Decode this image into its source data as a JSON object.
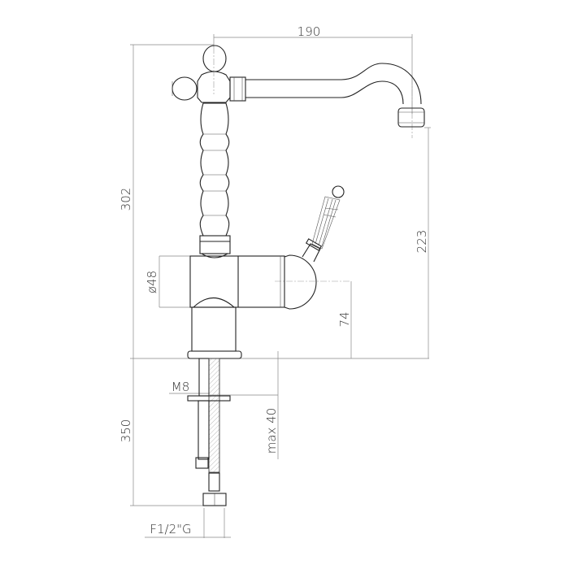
{
  "title": "Faucet dimension drawing",
  "dimensions": {
    "spout_reach": "190",
    "total_height": "302",
    "spout_height": "223",
    "body_diameter": "ø48",
    "lever_axis_height": "74",
    "thread": "M8",
    "max_deck_thickness": "max 40",
    "hose_length": "350",
    "connection": "F1/2\"G"
  }
}
